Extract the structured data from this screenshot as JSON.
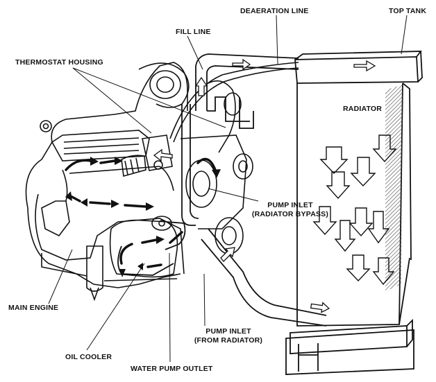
{
  "labels": {
    "deaeration_line": "DEAERATION LINE",
    "top_tank": "TOP TANK",
    "fill_line": "FILL LINE",
    "thermostat_housing": "THERMOSTAT HOUSING",
    "radiator": "RADIATOR",
    "pump_inlet_bypass_1": "PUMP INLET",
    "pump_inlet_bypass_2": "(RADIATOR BYPASS)",
    "main_engine": "MAIN ENGINE",
    "pump_inlet_radiator_1": "PUMP INLET",
    "pump_inlet_radiator_2": "(FROM RADIATOR)",
    "oil_cooler": "OIL COOLER",
    "water_pump_outlet": "WATER PUMP OUTLET"
  },
  "colors": {
    "line": "#111111",
    "hatch": "#444444",
    "background": "#ffffff"
  }
}
